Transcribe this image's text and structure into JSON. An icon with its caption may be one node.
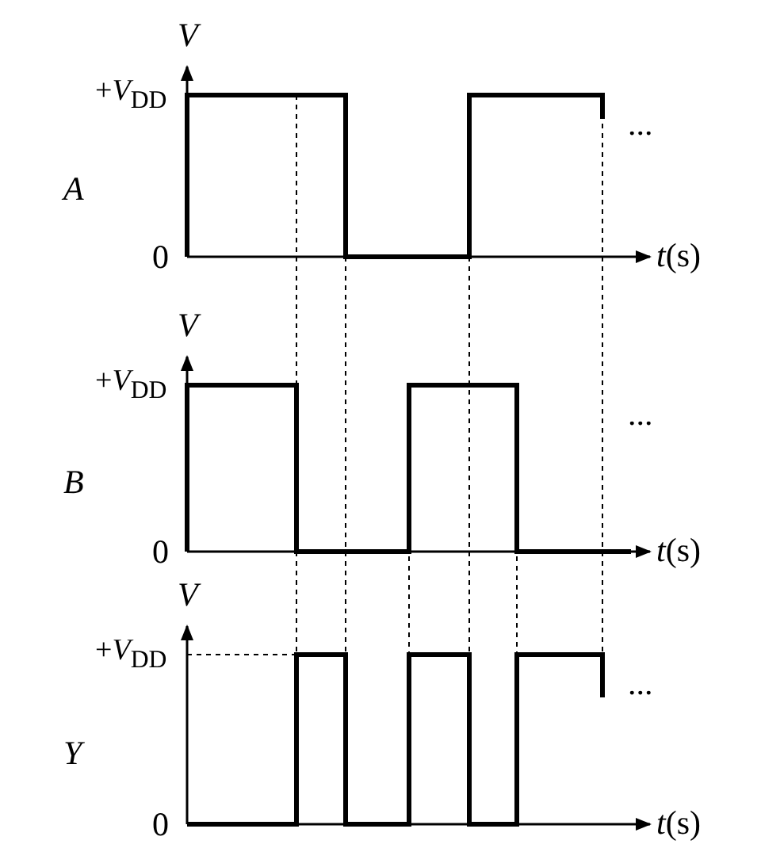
{
  "diagram": {
    "labels": [
      "*V*",
      "+*V*$_{DD}$",
      "*A*",
      "...",
      "0",
      "*t*(s)",
      "*V*",
      "+*V*$_{DD}$",
      "*B*",
      "...",
      "0",
      "*t*(s)",
      "*V*",
      "+*V*$_{DD}$",
      "*Y*",
      "...",
      "0",
      "*t*(s)"
    ]
  }
}
